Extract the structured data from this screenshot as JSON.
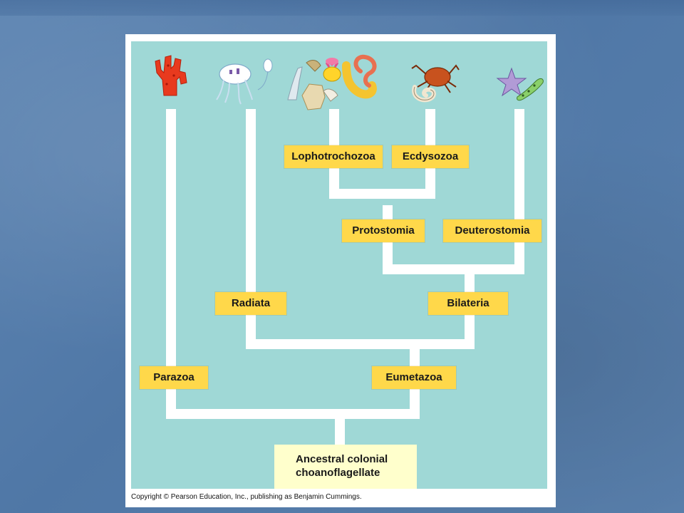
{
  "clades": {
    "lophotrochozoa": "Lophotrochozoa",
    "ecdysozoa": "Ecdysozoa",
    "protostomia": "Protostomia",
    "deuterostomia": "Deuterostomia",
    "radiata": "Radiata",
    "bilateria": "Bilateria",
    "parazoa": "Parazoa",
    "eumetazoa": "Eumetazoa"
  },
  "root": {
    "line1": "Ancestral colonial",
    "line2": "choanoflagellate"
  },
  "copyright": "Copyright © Pearson Education, Inc., publishing as Benjamin Cummings.",
  "organism_icons": [
    "sponge-icon",
    "jellyfish-icon",
    "lophotrochozoan-group-icon",
    "crab-icon",
    "sea-star-icon"
  ],
  "colors": {
    "panel": "#9fd8d6",
    "branch": "#ffffff",
    "label": "#ffd84a",
    "root_box": "#ffffcc"
  }
}
